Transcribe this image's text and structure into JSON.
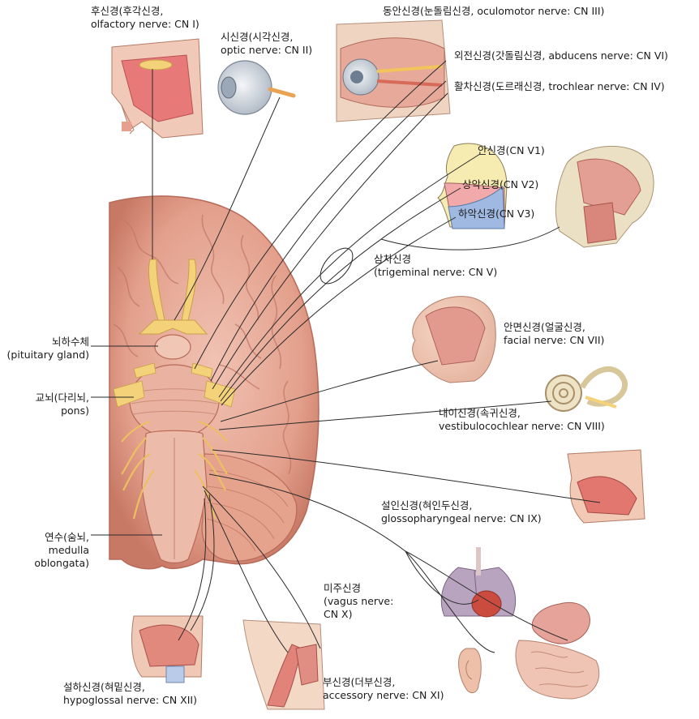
{
  "labels": {
    "olfactory": [
      "후신경(후각신경,",
      "olfactory nerve: CN I)"
    ],
    "optic": [
      "시신경(시각신경,",
      "optic nerve: CN II)"
    ],
    "oculomotor": [
      "동안신경(눈돌림신경, oculomotor nerve: CN III)"
    ],
    "abducens": [
      "외전신경(갓돌림신경, abducens nerve: CN VI)"
    ],
    "trochlear": [
      "활차신경(도르래신경, trochlear nerve: CN IV)"
    ],
    "v1": [
      "안신경(CN V1)"
    ],
    "v2": [
      "상악신경(CN V2)"
    ],
    "v3": [
      "하악신경(CN V3)"
    ],
    "trigeminal": [
      "삼차신경",
      "(trigeminal nerve: CN V)"
    ],
    "facial": [
      "안면신경(얼굴신경,",
      "facial nerve: CN VII)"
    ],
    "vestibulocochlear": [
      "내이신경(속귀신경,",
      "vestibulocochlear nerve: CN VIII)"
    ],
    "glossopharyngeal": [
      "설인신경(혀인두신경,",
      "glossopharyngeal nerve: CN IX)"
    ],
    "vagus": [
      "미주신경",
      "(vagus nerve:",
      "CN X)"
    ],
    "accessory": [
      "부신경(더부신경,",
      "accessory nerve: CN XI)"
    ],
    "hypoglossal": [
      "설하신경(혀밑신경,",
      "hypoglossal nerve: CN XII)"
    ],
    "pituitary": [
      "뇌하수체",
      "(pituitary gland)"
    ],
    "pons": [
      "교뇌(다리뇌,",
      "pons)"
    ],
    "medulla": [
      "연수(숨뇌,",
      "medulla",
      "oblongata)"
    ]
  },
  "colors": {
    "brain": "#e8a894",
    "brain_dark": "#c9786a",
    "nerve": "#f2d27a",
    "line": "#2a2a2a",
    "v1_zone": "#f6ebb0",
    "v2_zone": "#f2a9a9",
    "v3_zone": "#9fb9e2"
  }
}
